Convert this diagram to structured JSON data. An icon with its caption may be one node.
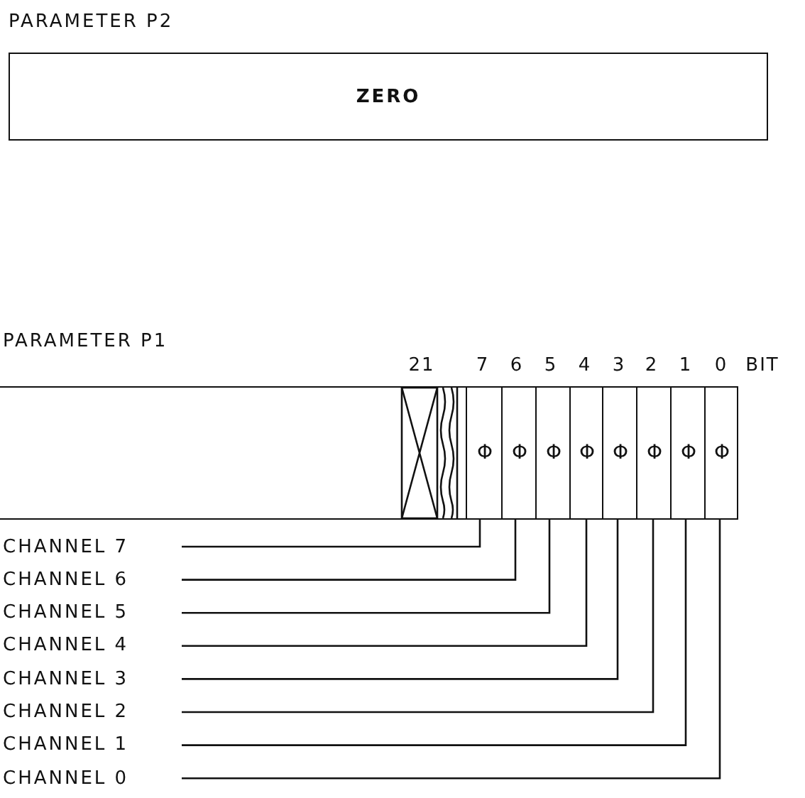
{
  "diagram": {
    "nodes": [
      {
        "text": [
          "PARAMETER P2",
          "ZERO"
        ]
      },
      {
        "text": [
          "PARAMETER P1"
        ]
      },
      {
        "text": [
          "Φ"
        ],
        "in": 1
      },
      {
        "text": [
          "Φ"
        ],
        "in": 1
      },
      {
        "text": [
          "Φ"
        ],
        "in": 1
      },
      {
        "text": [
          "Φ"
        ],
        "in": 1
      },
      {
        "text": [
          "Φ"
        ],
        "in": 1
      },
      {
        "text": [
          "Φ"
        ],
        "in": 1
      },
      {
        "text": [
          "Φ"
        ],
        "in": 1
      },
      {
        "text": [
          "Φ"
        ],
        "in": 1
      },
      {
        "text": [
          "CHANNEL 7"
        ]
      },
      {
        "text": [
          "CHANNEL 6"
        ]
      },
      {
        "text": [
          "CHANNEL 5"
        ]
      },
      {
        "text": [
          "CHANNEL 4"
        ]
      },
      {
        "text": [
          "CHANNEL 3"
        ]
      },
      {
        "text": [
          "CHANNEL 2"
        ]
      },
      {
        "text": [
          "CHANNEL 1"
        ]
      },
      {
        "text": [
          "CHANNEL 0"
        ]
      }
    ],
    "edges": [
      {
        "from": 10,
        "to": 2,
        "arrow": "none"
      },
      {
        "from": 11,
        "to": 3,
        "arrow": "none"
      },
      {
        "from": 12,
        "to": 4,
        "arrow": "none"
      },
      {
        "from": 13,
        "to": 5,
        "arrow": "none"
      },
      {
        "from": 14,
        "to": 6,
        "arrow": "none"
      },
      {
        "from": 15,
        "to": 7,
        "arrow": "none"
      },
      {
        "from": 16,
        "to": 8,
        "arrow": "none"
      },
      {
        "from": 17,
        "to": 9,
        "arrow": "none"
      }
    ],
    "labels": [
      "21",
      "7",
      "6",
      "5",
      "4",
      "3",
      "2",
      "1",
      "0",
      "BIT"
    ]
  }
}
